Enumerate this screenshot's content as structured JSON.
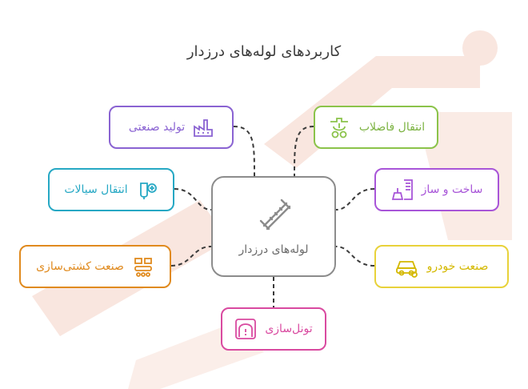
{
  "title": "کاربردهای لوله‌های درزدار",
  "center": {
    "label": "لوله‌های درزدار",
    "icon": "pipe-icon"
  },
  "nodes": [
    {
      "id": "industrial",
      "label": "تولید صنعتی",
      "icon": "factory-icon",
      "color": "#8a63d2"
    },
    {
      "id": "sewage",
      "label": "انتقال فاضلاب",
      "icon": "sewage-icon",
      "color": "#8bc34a"
    },
    {
      "id": "fluids",
      "label": "انتقال سیالات",
      "icon": "fluid-icon",
      "color": "#26a8c4"
    },
    {
      "id": "construction",
      "label": "ساخت و ساز",
      "icon": "construction-icon",
      "color": "#a855d8"
    },
    {
      "id": "shipbuilding",
      "label": "صنعت کشتی‌سازی",
      "icon": "conveyor-icon",
      "color": "#e08a1e"
    },
    {
      "id": "automotive",
      "label": "صنعت خودرو",
      "icon": "car-icon",
      "color": "#e8d23a"
    },
    {
      "id": "tunneling",
      "label": "تونل‌سازی",
      "icon": "tunnel-icon",
      "color": "#d94aa0"
    }
  ],
  "watermark": {
    "color": "#f7d9cf"
  }
}
